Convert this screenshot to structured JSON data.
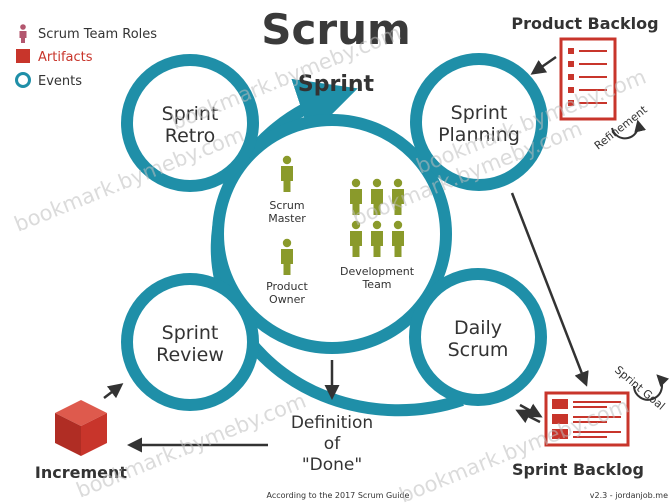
{
  "title": "Scrum",
  "legend": {
    "roles": "Scrum Team Roles",
    "artifacts": "Artifacts",
    "events": "Events"
  },
  "events": {
    "sprint": "Sprint",
    "retro": [
      "Sprint",
      "Retro"
    ],
    "planning": [
      "Sprint",
      "Planning"
    ],
    "review": [
      "Sprint",
      "Review"
    ],
    "daily": [
      "Daily",
      "Scrum"
    ],
    "refinement": "Refinement",
    "sprint_goal": "Sprint Goal"
  },
  "roles": {
    "scrum_master": [
      "Scrum",
      "Master"
    ],
    "product_owner": [
      "Product",
      "Owner"
    ],
    "dev_team": [
      "Development",
      "Team"
    ]
  },
  "artifacts": {
    "product_backlog": "Product Backlog",
    "sprint_backlog": "Sprint Backlog",
    "increment": "Increment"
  },
  "dod": [
    "Definition",
    "of",
    "\"Done\""
  ],
  "footer": {
    "source": "According to the 2017 Scrum Guide",
    "version": "v2.3 - jordanjob.me"
  },
  "watermark": "bookmark.bymeby.com",
  "colors": {
    "teal": "#1f8fa8",
    "olive": "#8a9a2b",
    "red": "#c8352b",
    "dark": "#333333",
    "role_icon": "#b3566e"
  }
}
